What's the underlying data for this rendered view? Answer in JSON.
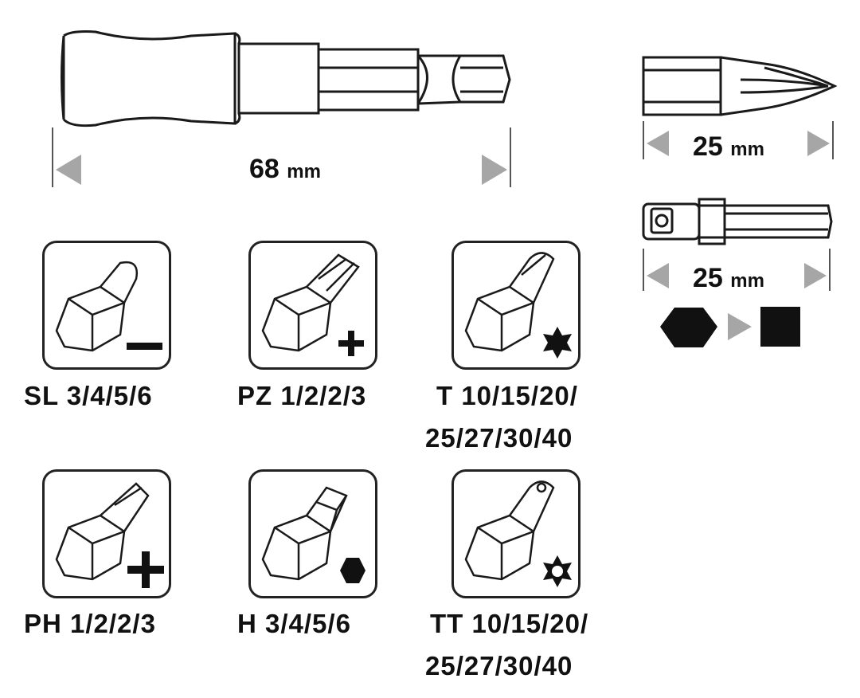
{
  "dimensions": {
    "holder_length": {
      "value": "68",
      "unit": "mm"
    },
    "bit_length": {
      "value": "25",
      "unit": "mm"
    },
    "adapter_length": {
      "value": "25",
      "unit": "mm"
    }
  },
  "bits": [
    {
      "type": "slotted",
      "label": "SL 3/4/5/6"
    },
    {
      "type": "pozidriv",
      "label": "PZ 1/2/2/3"
    },
    {
      "type": "torx",
      "label_line1": "T 10/15/20/",
      "label_line2": "25/27/30/40"
    },
    {
      "type": "phillips",
      "label": "PH 1/2/2/3"
    },
    {
      "type": "hex",
      "label": "H 3/4/5/6"
    },
    {
      "type": "torx-tamper",
      "label_line1": "TT 10/15/20/",
      "label_line2": "25/27/30/40"
    }
  ],
  "colors": {
    "line": "#1a1a1a",
    "arrow": "#a6a6a6"
  }
}
